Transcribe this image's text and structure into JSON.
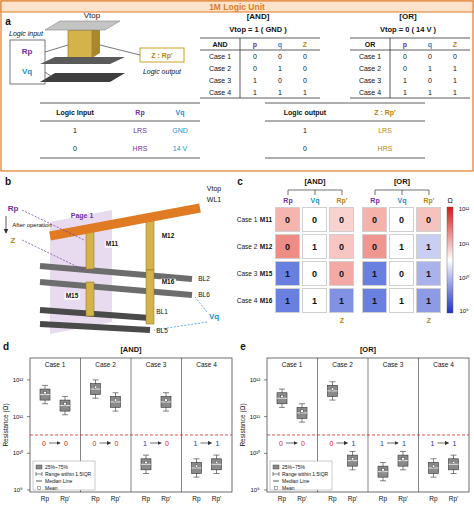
{
  "diagram": {
    "title": "1M Logic Unit",
    "nodes": [
      {
        "text": [
          "0"
        ]
      },
      {
        "text": [
          "0"
        ]
      },
      {
        "text": [
          "0"
        ]
      },
      {
        "text": [
          "0"
        ]
      },
      {
        "text": [
          "1"
        ]
      },
      {
        "text": [
          "0"
        ]
      },
      {
        "text": [
          "1"
        ]
      },
      {
        "text": [
          "0"
        ]
      },
      {
        "text": [
          "0"
        ]
      },
      {
        "text": [
          "1"
        ]
      },
      {
        "text": [
          "1"
        ]
      },
      {
        "text": [
          "1"
        ]
      },
      {
        "text": [
          "0"
        ]
      },
      {
        "text": [
          "0"
        ]
      },
      {
        "text": [
          "0"
        ]
      },
      {
        "text": [
          "0"
        ]
      },
      {
        "text": [
          "1"
        ]
      },
      {
        "text": [
          "1"
        ]
      },
      {
        "text": [
          "1"
        ]
      },
      {
        "text": [
          "0"
        ]
      },
      {
        "text": [
          "1"
        ]
      },
      {
        "text": [
          "1"
        ]
      },
      {
        "text": [
          "1"
        ]
      },
      {
        "text": [
          "1"
        ]
      }
    ],
    "labels": [
      "a",
      "Vtop",
      "Logic input",
      "Rp",
      "Vq",
      "Z : Rp'",
      "Logic output",
      "[AND]",
      "[OR]",
      "Vtop = 1 ( GND )",
      "Vtop = 0 ( 14 V )",
      "AND",
      "p",
      "q",
      "Z",
      "Case 1",
      "0",
      "0",
      "0",
      "Case 2",
      "0",
      "1",
      "0",
      "Case 3",
      "1",
      "0",
      "0",
      "Case 4",
      "1",
      "1",
      "1",
      "OR",
      "p",
      "q",
      "Z",
      "Case 1",
      "0",
      "0",
      "0",
      "Case 2",
      "0",
      "1",
      "1",
      "Case 3",
      "1",
      "0",
      "1",
      "Case 4",
      "1",
      "1",
      "1",
      "Logic Input",
      "Rp",
      "Vq",
      "1",
      "LRS",
      "GND",
      "0",
      "HRS",
      "14 V",
      "Logic output",
      "Z : Rp'",
      "1",
      "LRS",
      "0",
      "HRS",
      "b",
      "Vtop",
      "WL1",
      "Page 1",
      "Rp",
      "After operation",
      "Z",
      "M11",
      "M12",
      "M15",
      "M16",
      "BL2",
      "BL6",
      "BL1",
      "BL5",
      "Vq",
      "c",
      "[AND]",
      "[OR]",
      "Rp",
      "Vq",
      "Rp'",
      "Rp",
      "Vq",
      "Rp'",
      "Ω",
      "Case 1",
      "M11",
      "Case 2",
      "M12",
      "Case 3",
      "M15",
      "Case 4",
      "M16",
      "Z",
      "Z",
      "10¹²",
      "10¹¹",
      "10¹⁰",
      "10⁹",
      "d",
      "[AND]",
      "Resistance (Ω)",
      "10¹²",
      "10¹¹",
      "10¹⁰",
      "10⁹",
      "Case 1",
      "0",
      "0",
      "Rp",
      "Rp'",
      "Case 2",
      "0",
      "0",
      "Rp",
      "Rp'",
      "Case 3",
      "1",
      "0",
      "Rp",
      "Rp'",
      "Case 4",
      "1",
      "1",
      "Rp",
      "Rp'",
      "e",
      "[OR]",
      "Resistance (Ω)",
      "10¹²",
      "10¹¹",
      "10¹⁰",
      "10⁹",
      "Case 1",
      "0",
      "0",
      "Rp",
      "Rp'",
      "Case 2",
      "0",
      "1",
      "Rp",
      "Rp'",
      "Case 3",
      "1",
      "1",
      "Rp",
      "Rp'",
      "Case 4",
      "1",
      "1",
      "Rp",
      "Rp'"
    ],
    "legend": [
      {
        "text": "25%~75%"
      },
      {
        "text": "Range within 1.5IQR"
      },
      {
        "text": "Median Line"
      },
      {
        "text": "Mean"
      },
      {
        "text": "25%~75%"
      },
      {
        "text": "Range within 1.5IQR"
      },
      {
        "text": "Median Line"
      },
      {
        "text": "Mean"
      }
    ]
  }
}
